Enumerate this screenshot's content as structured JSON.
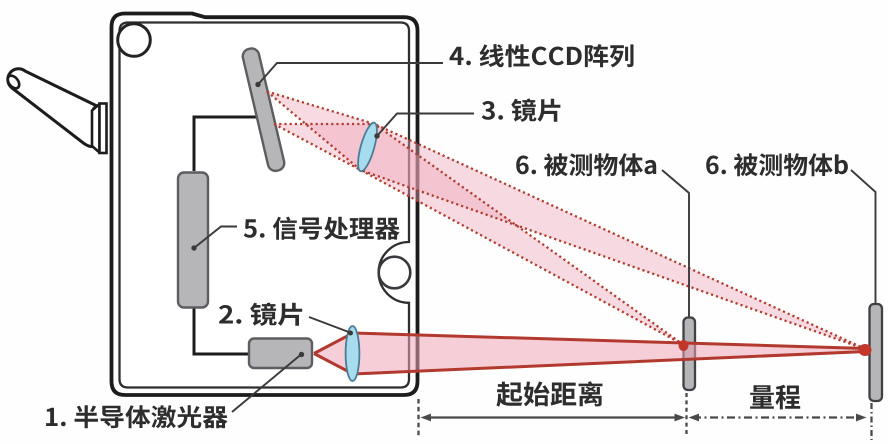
{
  "diagram": {
    "type": "laser-displacement-sensor-schematic",
    "labels": {
      "laser": "1. 半导体激光器",
      "lens2": "2. 镜片",
      "lens3": "3. 镜片",
      "ccd": "4. 线性CCD阵列",
      "processor": "5. 信号处理器",
      "object_a": "6. 被测物体a",
      "object_b": "6. 被测物体b"
    },
    "dimensions": {
      "standoff": "起始距离",
      "range": "量程"
    },
    "colors": {
      "outline": "#1c1c1c",
      "inner_line": "#2e2e2e",
      "component_fill": "#b6b6b8",
      "component_edge": "#5d5d61",
      "lens_fill": "#a7dcee",
      "lens_edge": "#4a7d96",
      "beam_fill": "#eda4b7",
      "beam_edge": "#b2392e",
      "dot_line": "#b23c2f",
      "spot": "#c3362b",
      "leader": "#3a3a3a",
      "dimension": "#4a4a4a",
      "text": "#2d2d2d",
      "background": "#fefefe"
    }
  }
}
